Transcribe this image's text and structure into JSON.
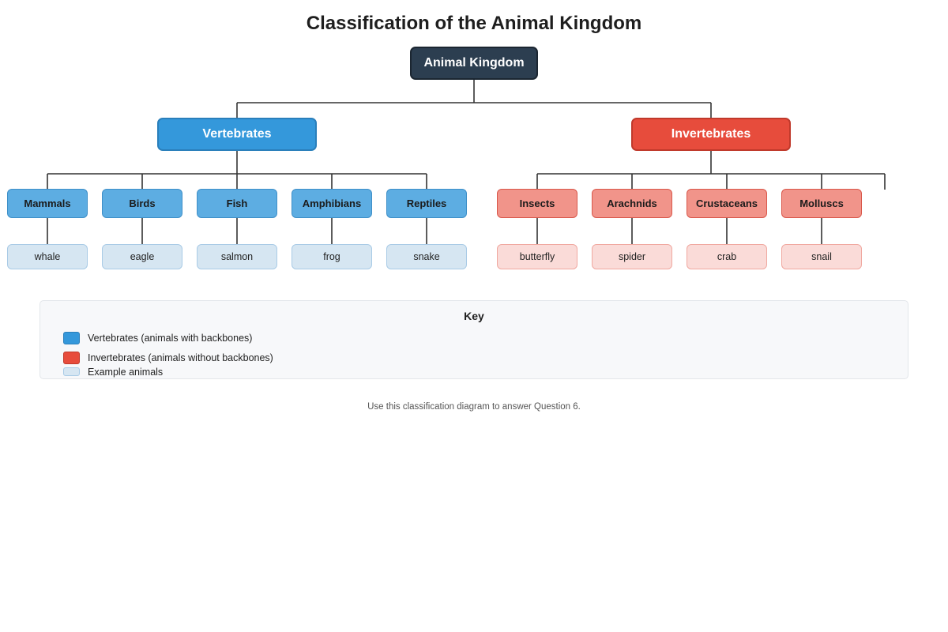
{
  "title": "Classification of the Animal Kingdom",
  "root": {
    "label": "Animal Kingdom"
  },
  "vertebrates": {
    "label": "Vertebrates",
    "groups": [
      {
        "label": "Mammals",
        "example": "whale"
      },
      {
        "label": "Birds",
        "example": "eagle"
      },
      {
        "label": "Fish",
        "example": "salmon"
      },
      {
        "label": "Amphibians",
        "example": "frog"
      },
      {
        "label": "Reptiles",
        "example": "snake"
      }
    ]
  },
  "invertebrates": {
    "label": "Invertebrates",
    "groups": [
      {
        "label": "Insects",
        "example": "butterfly"
      },
      {
        "label": "Arachnids",
        "example": "spider"
      },
      {
        "label": "Crustaceans",
        "example": "crab"
      },
      {
        "label": "Molluscs",
        "example": "snail"
      }
    ]
  },
  "key": {
    "title": "Key",
    "items": [
      {
        "label": "Vertebrates (animals with backbones)",
        "color": "#3498db"
      },
      {
        "label": "Invertebrates (animals without backbones)",
        "color": "#e74c3c"
      },
      {
        "label": "Example animals",
        "color": "#d6e6f2"
      }
    ]
  },
  "footer": "Use this classification diagram to answer Question 6."
}
